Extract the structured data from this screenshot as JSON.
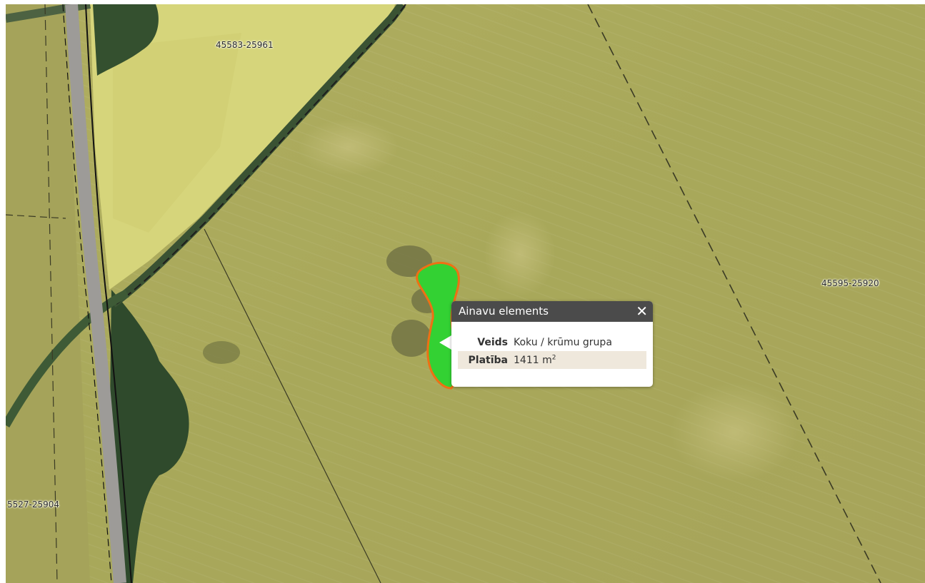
{
  "map": {
    "parcels": [
      {
        "id": "parcel-a",
        "label": "45583-25961"
      },
      {
        "id": "parcel-b",
        "label": "45595-25920"
      },
      {
        "id": "parcel-c",
        "label": "5527-25904"
      }
    ],
    "colors": {
      "field": "#a9a95a",
      "yellow_field": "#d8d77a",
      "highlight_fill": "#33d133",
      "highlight_stroke": "#ee7014",
      "road": "#9c9a98",
      "forest": "#324a2e"
    }
  },
  "popup": {
    "title": "Ainavu elements",
    "close_symbol": "✕",
    "rows": [
      {
        "key": "Veids",
        "value": "Koku / krūmu grupa"
      },
      {
        "key": "Platība",
        "value": "1411 m",
        "unit_sup": "2"
      }
    ]
  }
}
